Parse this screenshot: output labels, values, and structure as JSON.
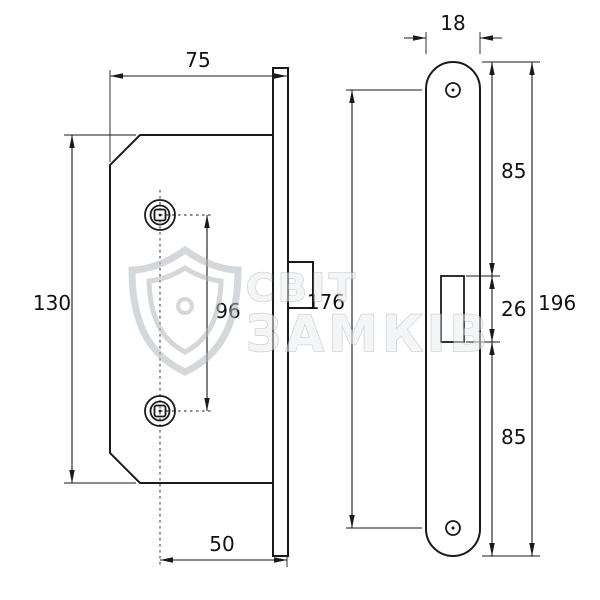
{
  "drawing": {
    "title": "mortise-lock-dimension-drawing"
  },
  "left_view": {
    "dim_body_width_top": "75",
    "dim_body_height": "130",
    "dim_spindle_spacing": "96",
    "dim_bottom_offset": "50",
    "dim_plate_hole_spacing": "176"
  },
  "right_view": {
    "dim_plate_width": "18",
    "dim_top_segment": "85",
    "dim_latch_opening": "26",
    "dim_bottom_segment": "85",
    "dim_plate_length": "196"
  },
  "watermark": {
    "line1": "СВІТ",
    "line2": "ЗАМКІВ"
  },
  "colors": {
    "line": "#1a1a1a",
    "watermark": "#b4b9bf",
    "background": "#ffffff"
  }
}
